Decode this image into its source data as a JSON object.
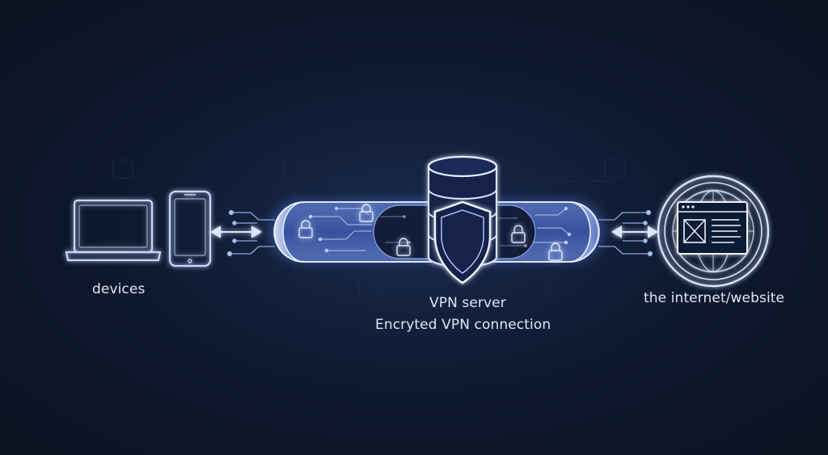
{
  "labels": {
    "devices": "devices",
    "vpn_server": "VPN server",
    "connection": "Encryted VPN connection",
    "internet": "the internet/website"
  },
  "colors": {
    "background": "#0b1324",
    "glow": "#8fb4ff",
    "line": "#c9d8ff",
    "tunnel_fill": "#3f5fb0",
    "text": "#dfe6f5"
  },
  "icons": [
    "laptop-icon",
    "smartphone-icon",
    "database-icon",
    "shield-icon",
    "lock-icon",
    "globe-icon",
    "webpage-icon",
    "bidirectional-arrow-icon"
  ]
}
